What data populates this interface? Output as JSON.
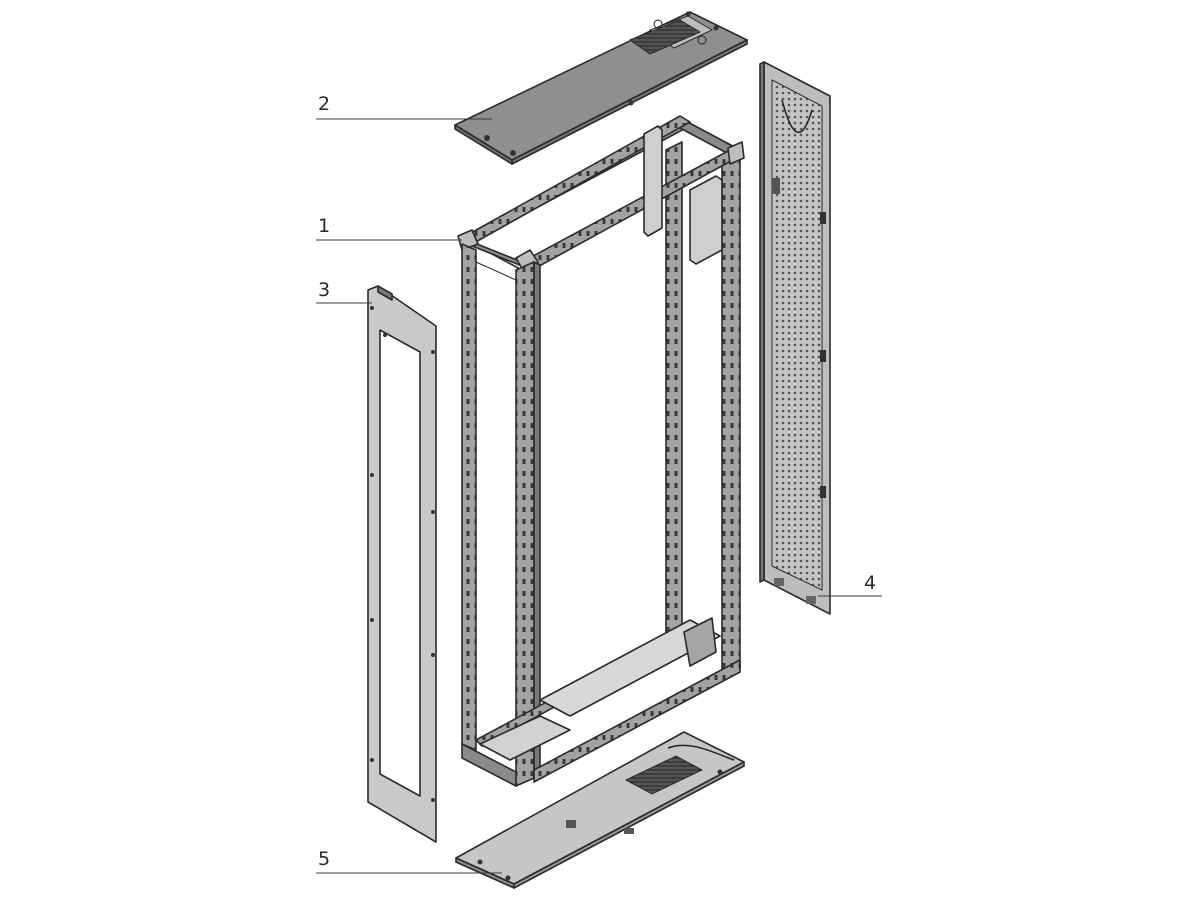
{
  "callouts": [
    {
      "id": "1",
      "label": "1"
    },
    {
      "id": "2",
      "label": "2"
    },
    {
      "id": "3",
      "label": "3"
    },
    {
      "id": "4",
      "label": "4"
    },
    {
      "id": "5",
      "label": "5"
    }
  ],
  "colors": {
    "frame": "#9a9a9a",
    "frame_dark": "#6e6e6e",
    "roof_plate": "#8f8f8f",
    "side_panel": "#c9c9c9",
    "door_panel": "#bdbdbd",
    "base_plate": "#c6c6c6",
    "outline": "#2b2b2b"
  }
}
